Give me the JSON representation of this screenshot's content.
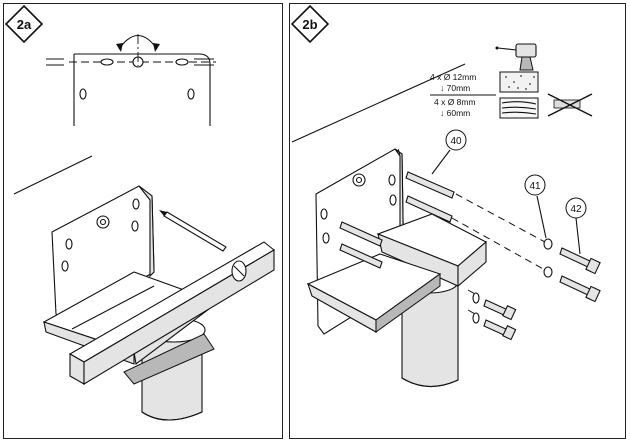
{
  "steps": {
    "step_a_label": "2a",
    "step_b_label": "2b"
  },
  "specs": {
    "line1": "4 x Ø 12mm",
    "line2": "↓ 70mm",
    "line3": "4 x Ø 8mm",
    "line4": "↓ 60mm"
  },
  "callouts": {
    "part_40": "40",
    "part_41": "41",
    "part_42": "42"
  },
  "icons": [
    "drill-icon",
    "masonry-icon",
    "wood-icon",
    "no-hammer-icon"
  ]
}
